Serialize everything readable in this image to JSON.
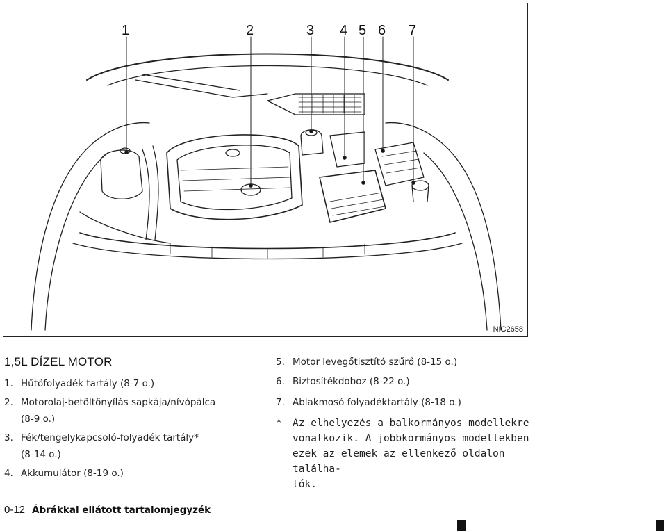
{
  "figure": {
    "code": "NIC2658",
    "callouts": [
      "1",
      "2",
      "3",
      "4",
      "5",
      "6",
      "7"
    ]
  },
  "section_title": "1,5L DÍZEL MOTOR",
  "left_items": [
    {
      "num": "1.",
      "text": "Hűtőfolyadék tartály (8-7 o.)",
      "cont": ""
    },
    {
      "num": "2.",
      "text": "Motorolaj-betöltőnyílás sapkája/nívópálca",
      "cont": "(8-9 o.)"
    },
    {
      "num": "3.",
      "text": "Fék/tengelykapcsoló-folyadék tartály*",
      "cont": "(8-14 o.)"
    },
    {
      "num": "4.",
      "text": "Akkumulátor (8-19 o.)",
      "cont": ""
    }
  ],
  "right_items": [
    {
      "num": "5.",
      "text": "Motor levegőtisztító szűrő (8-15 o.)"
    },
    {
      "num": "6.",
      "text": "Biztosítékdoboz (8-22 o.)"
    },
    {
      "num": "7.",
      "text": "Ablakmosó folyadéktartály (8-18 o.)"
    }
  ],
  "note": {
    "star": "*",
    "lines": [
      "Az elhelyezés a balkormányos modellekre",
      "vonatkozik. A jobbkormányos modellekben",
      "ezek az elemek az ellenkező oldalon találha-",
      "tók."
    ]
  },
  "footer": {
    "page": "0-12",
    "title": "Ábrákkal ellátott tartalomjegyzék"
  }
}
